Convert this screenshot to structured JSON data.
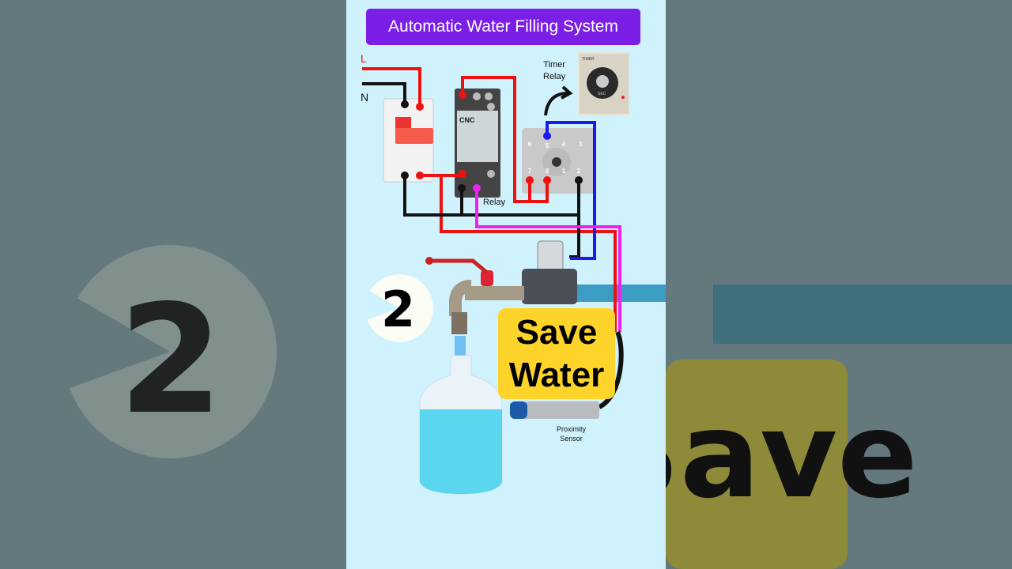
{
  "title": "Automatic Water Filling System",
  "labels": {
    "line": "L",
    "neutral": "N",
    "relay": "Relay",
    "timer_relay_line1": "Timer",
    "timer_relay_line2": "Relay",
    "proximity_line1": "Proximity",
    "proximity_line2": "Sensor",
    "relay_brand": "CNC",
    "timer_face": "TIMER",
    "timer_unit": "SEC"
  },
  "step_number": "2",
  "banner": {
    "line1": "Save",
    "line2": "Water"
  },
  "timer_terminals_top": [
    "6",
    "5",
    "4",
    "3"
  ],
  "timer_terminals_bottom": [
    "7",
    "8",
    "1",
    "2"
  ],
  "colors": {
    "title_bg": "#7b1fe6",
    "panel_bg": "#cff2fc",
    "banner_bg": "#ffd42a",
    "live_wire": "#ee1111",
    "neutral_wire": "#111111",
    "signal_wire": "#1a1aee",
    "sensor_wire": "#ee22ee"
  }
}
